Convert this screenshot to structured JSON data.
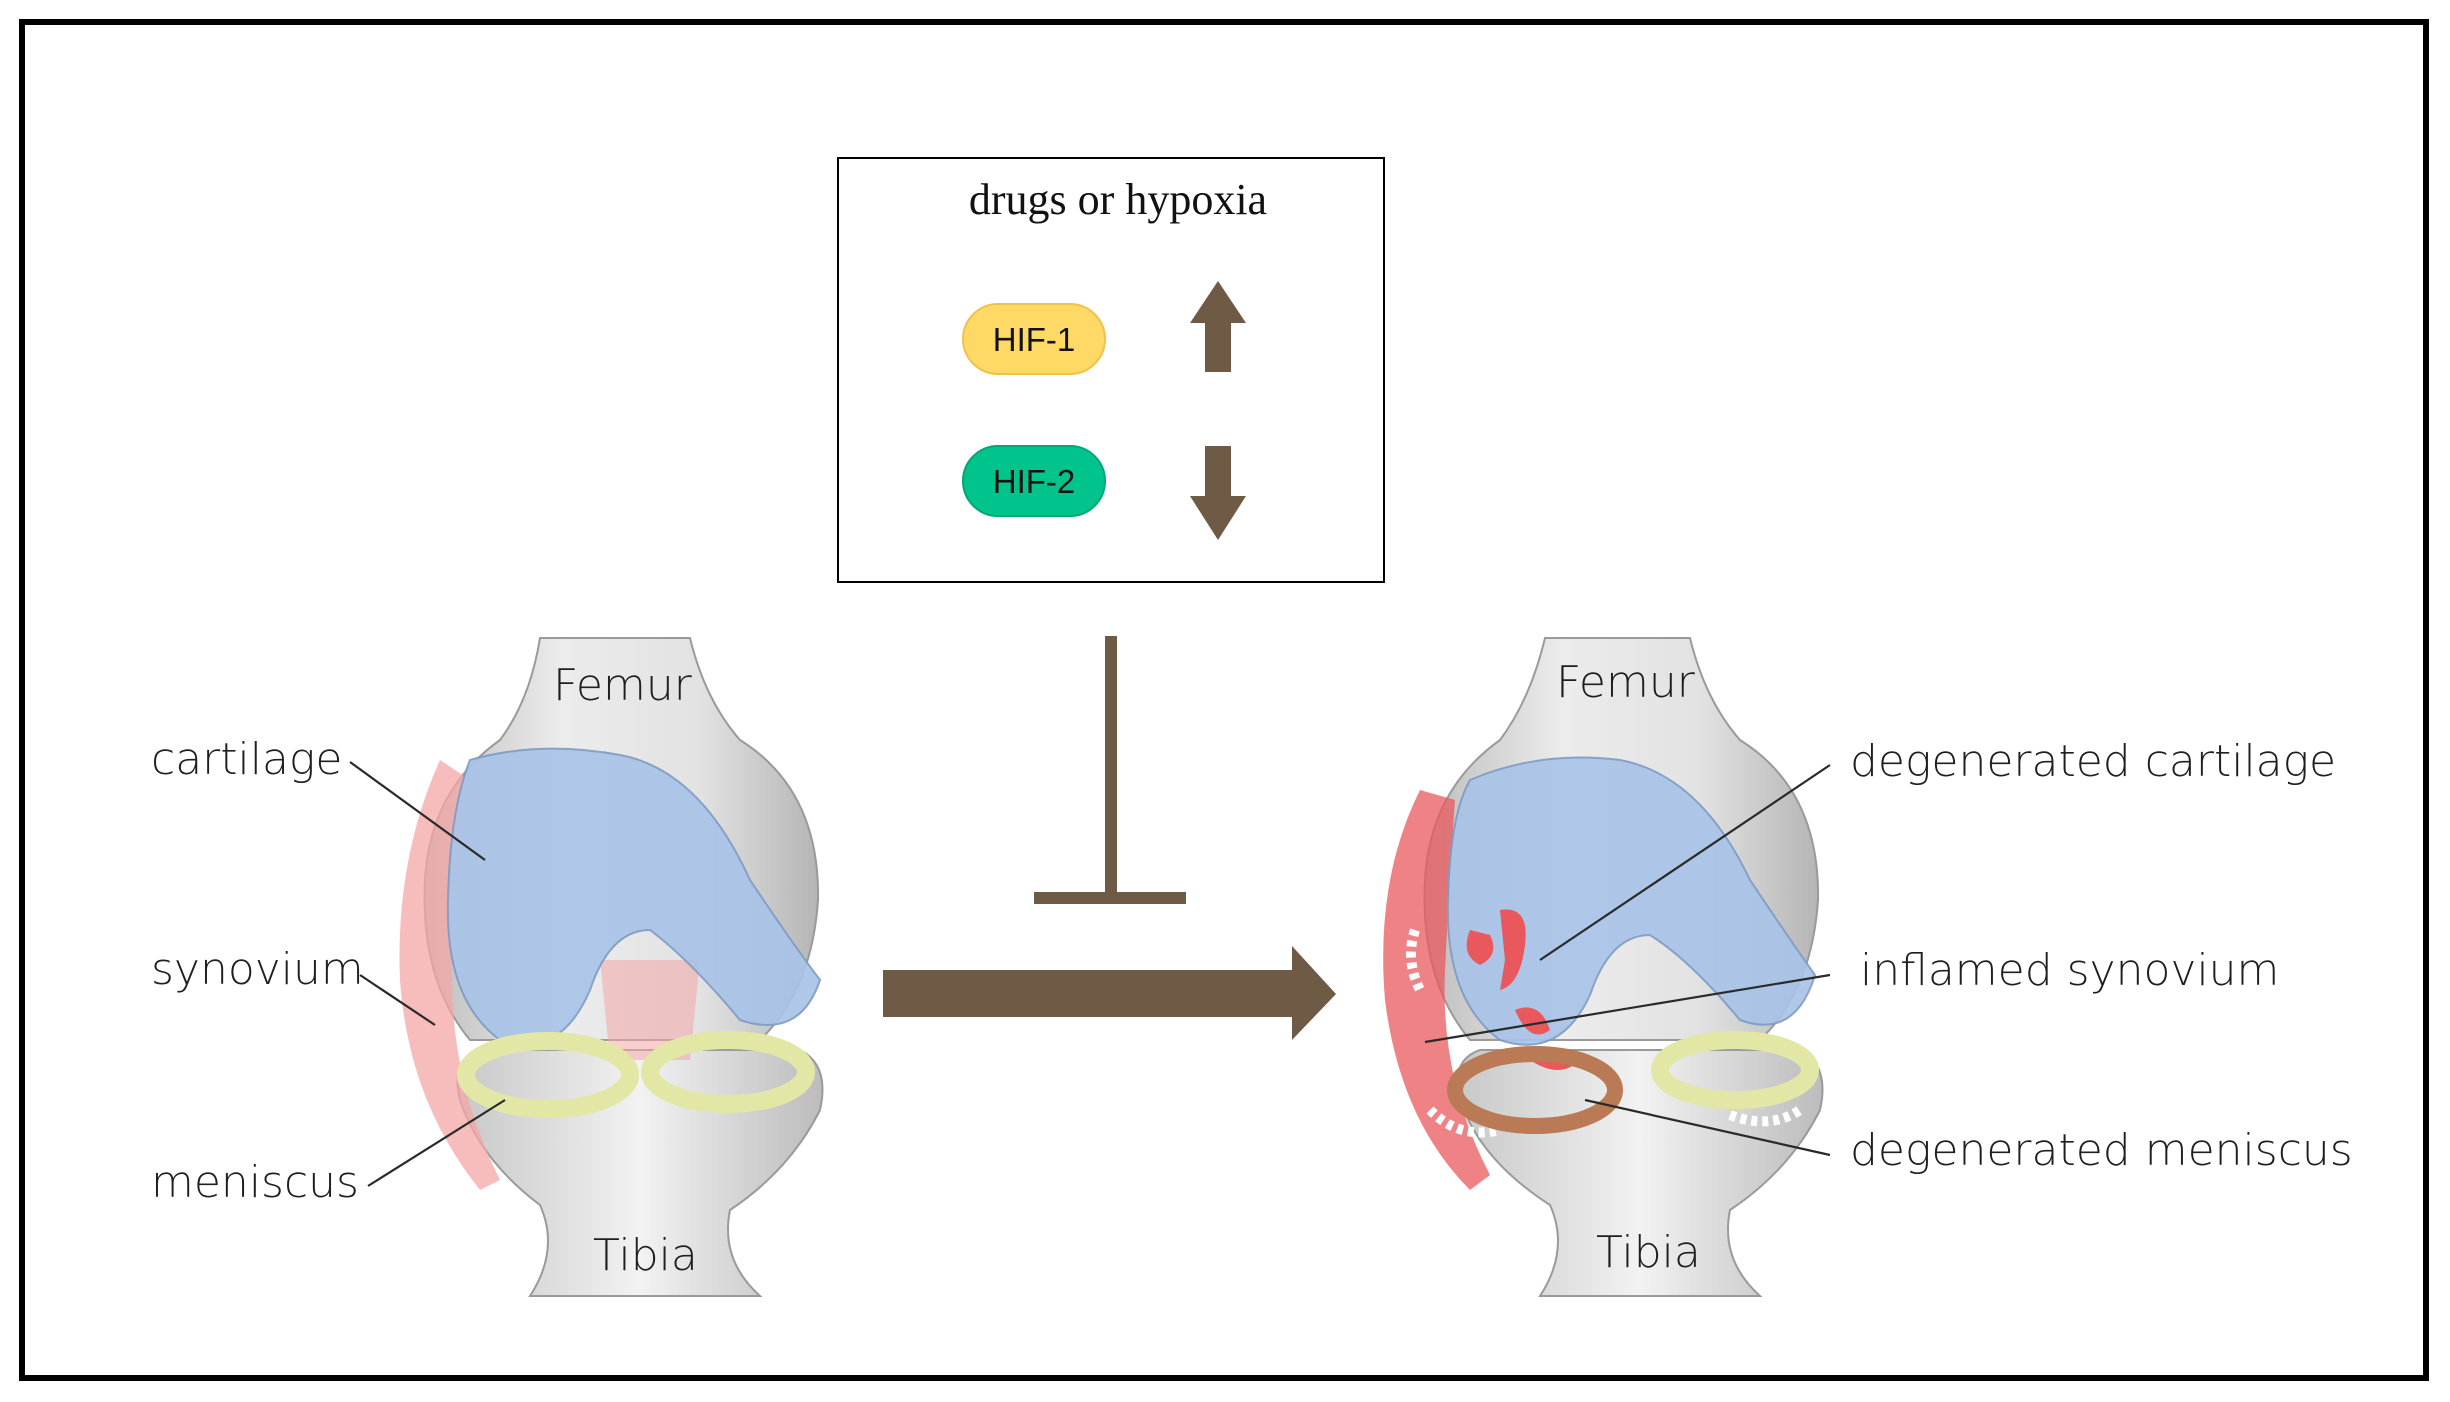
{
  "box": {
    "title": "drugs or hypoxia",
    "items": [
      {
        "label": "HIF-1",
        "direction": "up",
        "color": "#FFD966"
      },
      {
        "label": "HIF-2",
        "direction": "down",
        "color": "#00C48C"
      }
    ]
  },
  "left_knee": {
    "bone_top": "Femur",
    "bone_bottom": "Tibia",
    "labels": [
      "cartilage",
      "synovium",
      "meniscus"
    ]
  },
  "right_knee": {
    "bone_top": "Femur",
    "bone_bottom": "Tibia",
    "labels": [
      "degenerated cartilage",
      "inflamed synovium",
      "degenerated meniscus"
    ]
  },
  "colors": {
    "arrow": "#6E5A45",
    "cartilage": "#A9C4E8",
    "synovium": "#F4A6A6",
    "meniscus": "#E2E7A6",
    "inflamed": "#E8585C",
    "degenerated_meniscus": "#B97A55",
    "bone": "#DCDCDC"
  }
}
